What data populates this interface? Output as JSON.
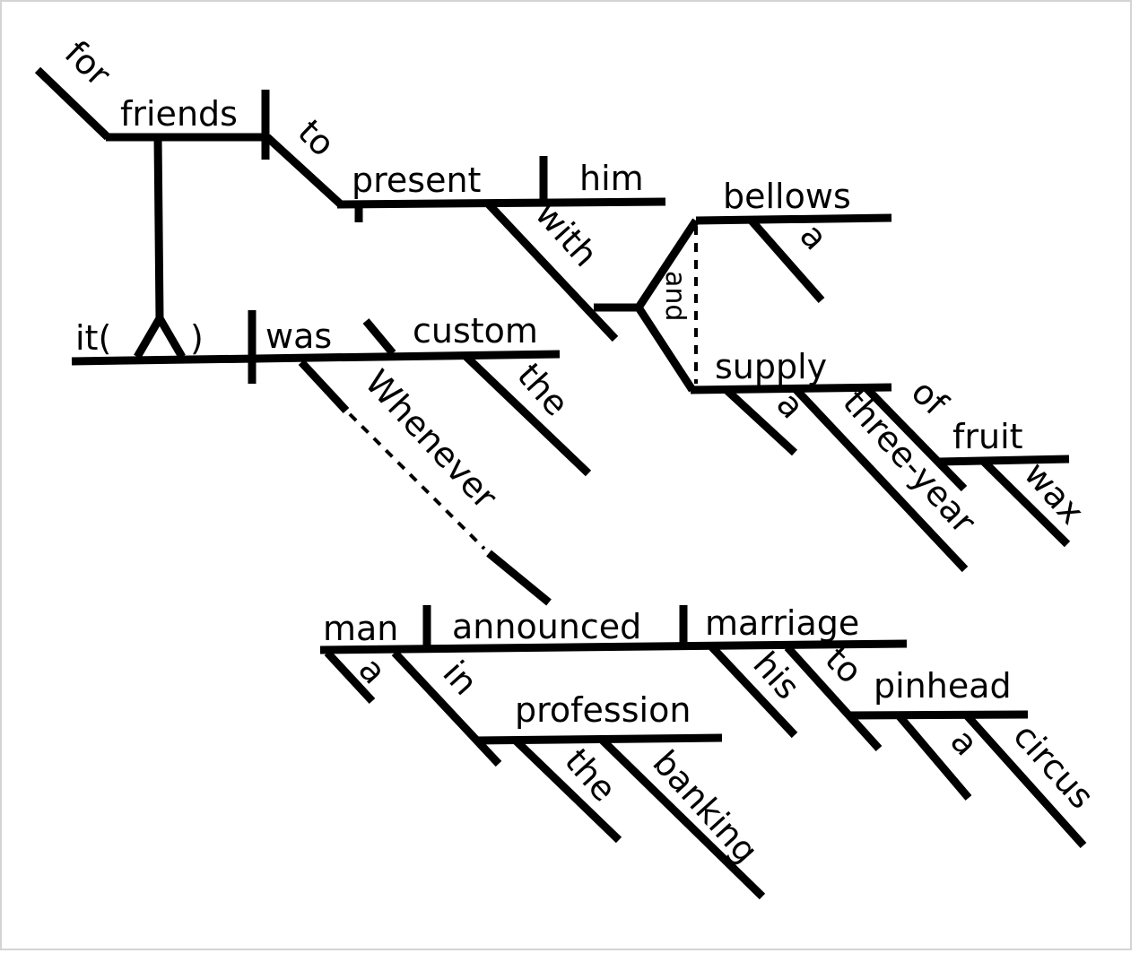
{
  "diagram": {
    "words": {
      "for": "for",
      "friends": "friends",
      "to_1": "to",
      "present": "present",
      "him": "him",
      "with": "with",
      "bellows": "bellows",
      "a_1": "a",
      "and": "and",
      "supply": "supply",
      "a_2": "a",
      "three_year": "three-year",
      "of": "of",
      "fruit": "fruit",
      "wax": "wax",
      "it_paren": "it(",
      "close_paren": ")",
      "was": "was",
      "custom": "custom",
      "the_1": "the",
      "whenever": "Whenever",
      "man": "man",
      "announced": "announced",
      "marriage": "marriage",
      "a_3": "a",
      "in": "in",
      "profession": "profession",
      "the_2": "the",
      "banking": "banking",
      "his": "his",
      "to_2": "to",
      "pinhead": "pinhead",
      "a_4": "a",
      "circus": "circus"
    }
  }
}
